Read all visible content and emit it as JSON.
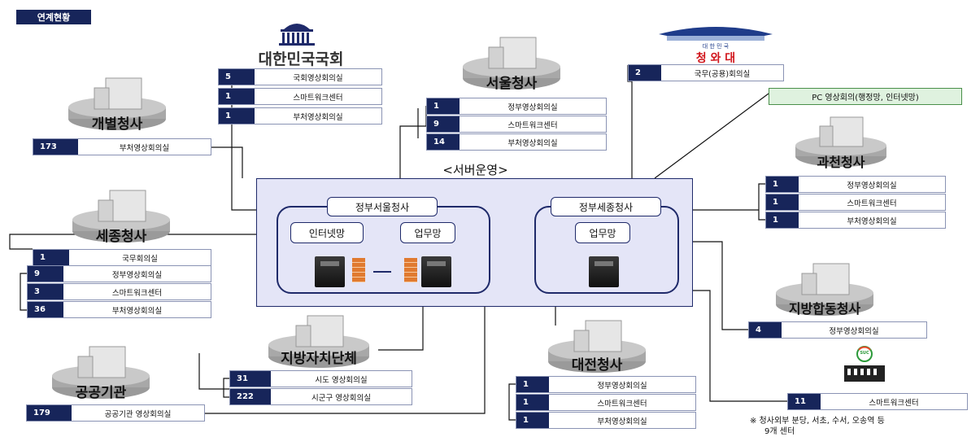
{
  "tag": "연계현황",
  "server": {
    "title": "<서버운영>",
    "zones": [
      {
        "title": "정부서울청사",
        "nets": [
          "인터넷망",
          "업무망"
        ]
      },
      {
        "title": "정부세종청사",
        "nets": [
          "업무망"
        ]
      }
    ]
  },
  "assembly": {
    "name": "대한민국국회",
    "rows": [
      {
        "n": "5",
        "label": "국회영상회의실"
      },
      {
        "n": "1",
        "label": "스마트워크센터"
      },
      {
        "n": "1",
        "label": "부처영상회의실"
      }
    ]
  },
  "bluehouse": {
    "small": "대 한 민 국",
    "name": "청 와 대",
    "rows": [
      {
        "n": "2",
        "label": "국무(공용)회의실"
      }
    ]
  },
  "pc": "PC 영상회의(행정망, 인터넷망)",
  "gaebyeol": {
    "name": "개별청사",
    "rows": [
      {
        "n": "173",
        "label": "부처영상회의실"
      }
    ]
  },
  "seoul": {
    "name": "서울청사",
    "rows": [
      {
        "n": "1",
        "label": "정부영상회의실"
      },
      {
        "n": "9",
        "label": "스마트워크센터"
      },
      {
        "n": "14",
        "label": "부처영상회의실"
      }
    ]
  },
  "gwacheon": {
    "name": "과천청사",
    "rows": [
      {
        "n": "1",
        "label": "정부영상회의실"
      },
      {
        "n": "1",
        "label": "스마트워크센터"
      },
      {
        "n": "1",
        "label": "부처영상회의실"
      }
    ]
  },
  "sejong": {
    "name": "세종청사",
    "rows": [
      {
        "n": "1",
        "label": "국무회의실"
      },
      {
        "n": "9",
        "label": "정부영상회의실"
      },
      {
        "n": "3",
        "label": "스마트워크센터"
      },
      {
        "n": "36",
        "label": "부처영상회의실"
      }
    ]
  },
  "local": {
    "name": "지방자치단체",
    "rows": [
      {
        "n": "31",
        "label": "시도 영상회의실"
      },
      {
        "n": "222",
        "label": "시군구 영상회의실"
      }
    ]
  },
  "public": {
    "name": "공공기관",
    "rows": [
      {
        "n": "179",
        "label": "공공기관 영상회의실"
      }
    ]
  },
  "daejeon": {
    "name": "대전청사",
    "rows": [
      {
        "n": "1",
        "label": "정부영상회의실"
      },
      {
        "n": "1",
        "label": "스마트워크센터"
      },
      {
        "n": "1",
        "label": "부처영상회의실"
      }
    ]
  },
  "joint": {
    "name": "지방합동청사",
    "rows": [
      {
        "n": "4",
        "label": "정부영상회의실"
      }
    ]
  },
  "suc": {
    "logo": "SUC",
    "rows": [
      {
        "n": "11",
        "label": "스마트워크센터"
      }
    ]
  },
  "note": {
    "line1": "※ 청사외부 분당, 서초, 수서, 오송역 등",
    "line2": "9개 센터"
  }
}
